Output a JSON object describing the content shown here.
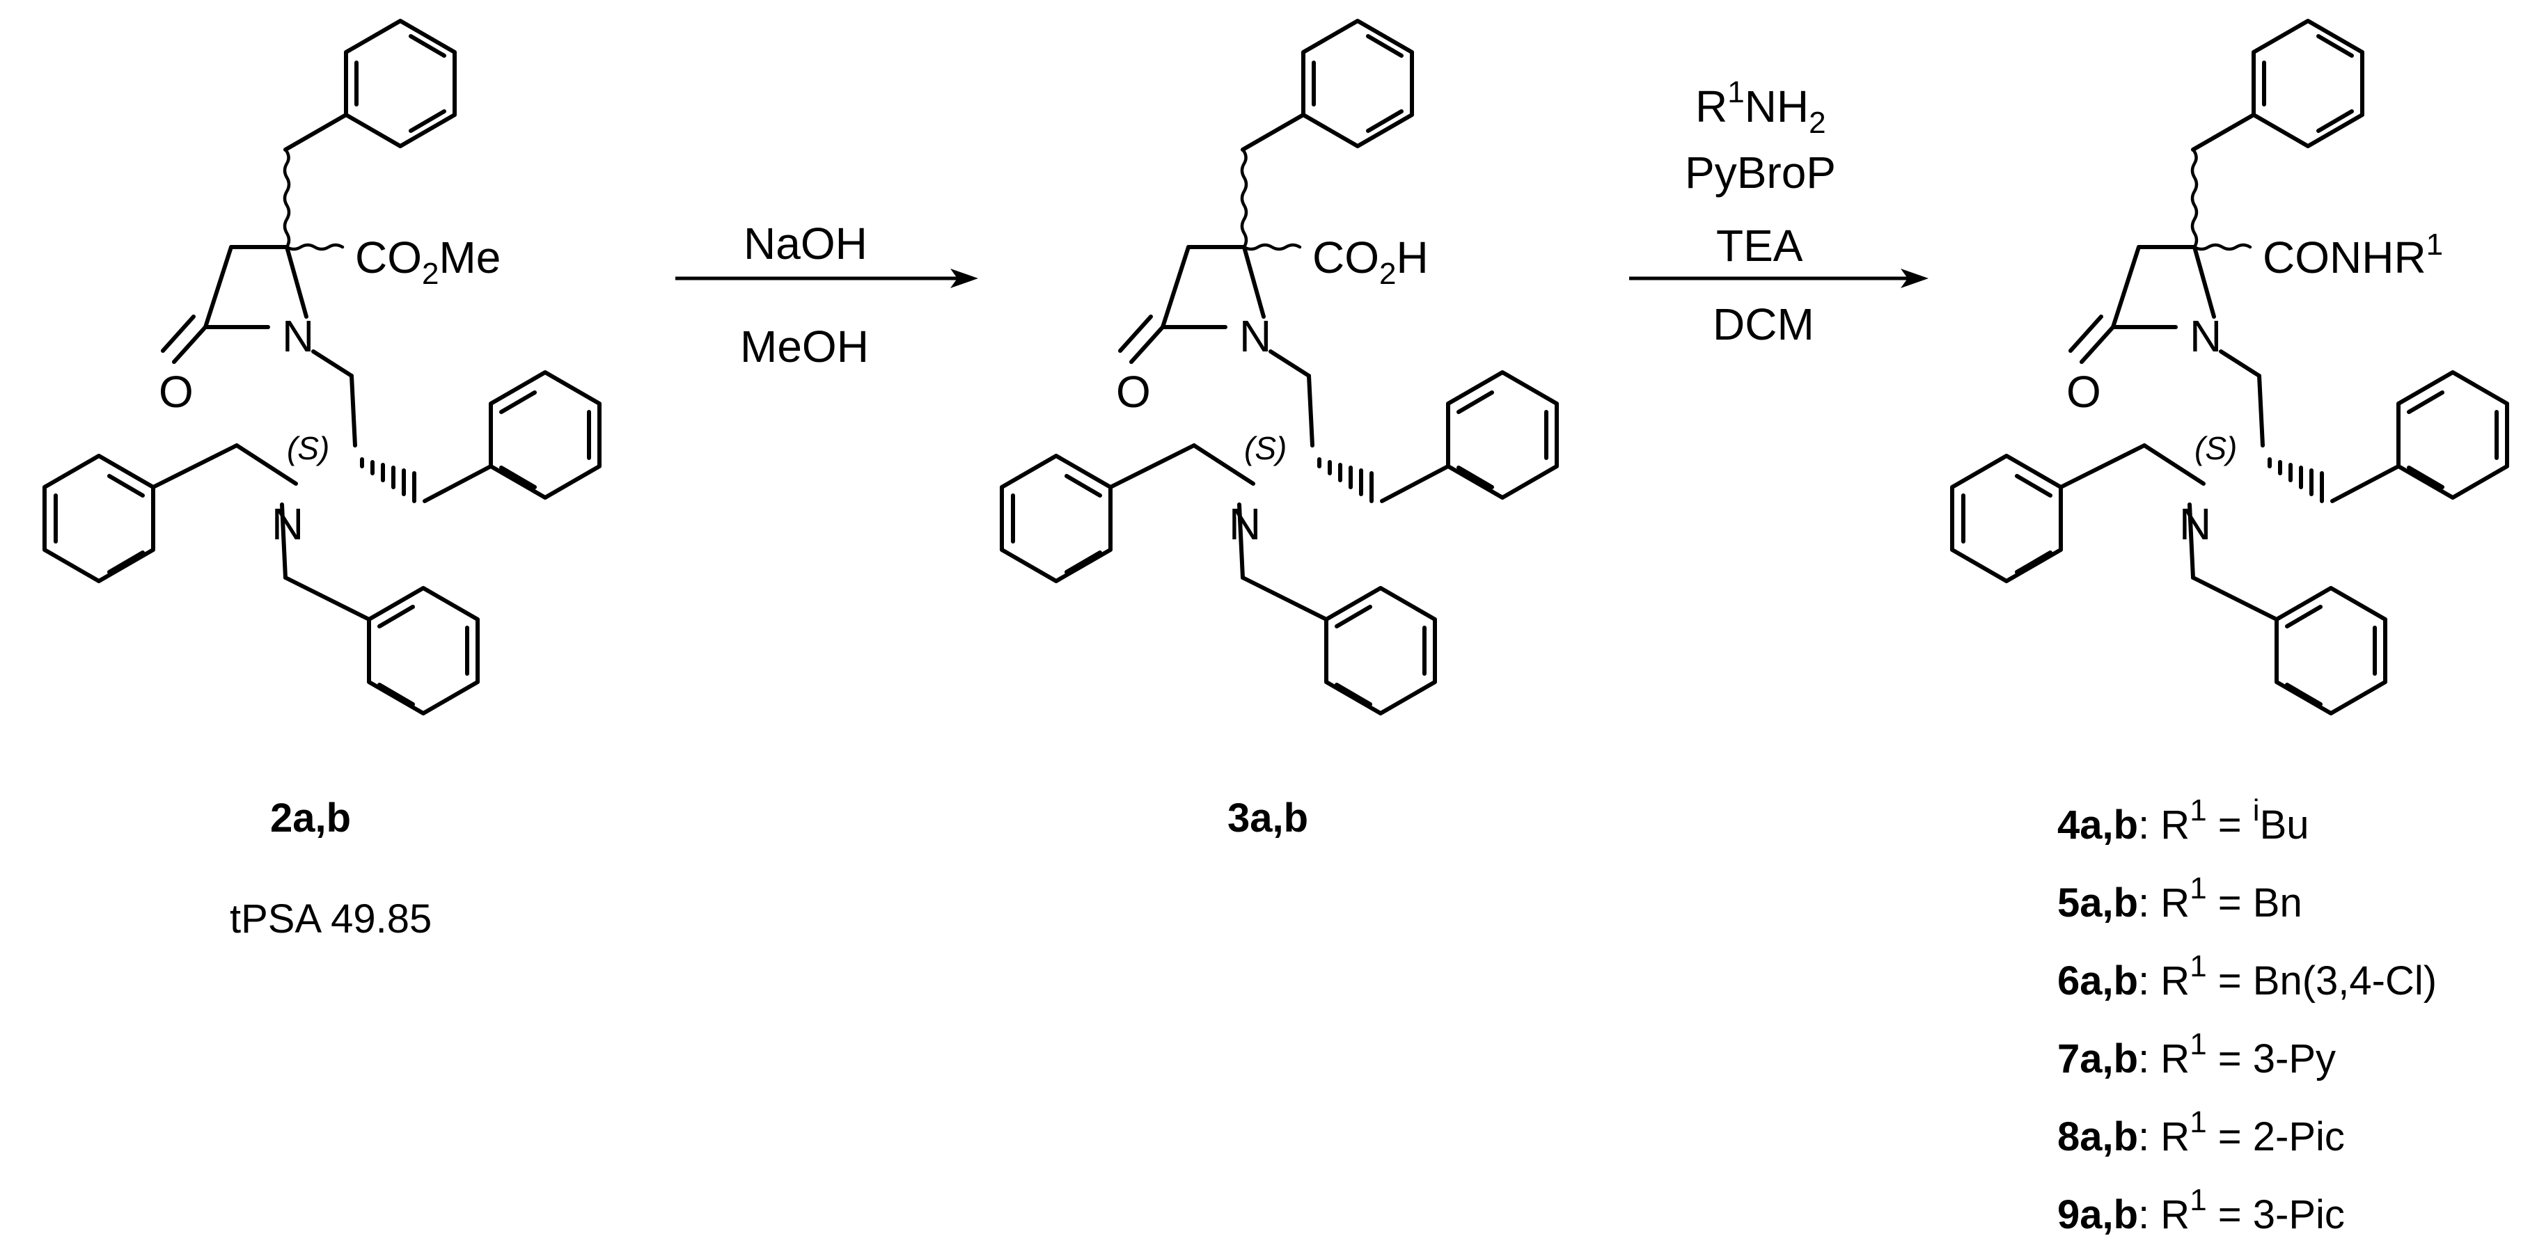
{
  "scheme": {
    "atoms": {
      "O": "O",
      "N": "N",
      "stereo": "(S)"
    },
    "step1": {
      "reagents": [
        "NaOH",
        "MeOH"
      ]
    },
    "step2": {
      "reagents": {
        "r1nh2_main": "R",
        "r1nh2_sup": "1",
        "r1nh2_rest": "NH",
        "r1nh2_sub": "2",
        "pybrop": "PyBroP",
        "tea": "TEA",
        "dcm": "DCM"
      }
    },
    "compounds": [
      {
        "id": "2a,b",
        "group_main": "CO",
        "group_sub": "2",
        "group_rest": "Me",
        "note": "tPSA 49.85"
      },
      {
        "id": "3a,b",
        "group_main": "CO",
        "group_sub": "2",
        "group_rest": "H"
      },
      {
        "id": "4a,b",
        "group_main": "CONHR",
        "group_sup": "1"
      }
    ],
    "products_table": [
      {
        "id": "4a,b",
        "r_label": "R",
        "sup": "1",
        "eq": " = ",
        "pre_sup": "i",
        "value": "Bu"
      },
      {
        "id": "5a,b",
        "r_label": "R",
        "sup": "1",
        "eq": " = ",
        "pre_sup": "",
        "value": "Bn"
      },
      {
        "id": "6a,b",
        "r_label": "R",
        "sup": "1",
        "eq": " = ",
        "pre_sup": "",
        "value": "Bn(3,4-Cl)"
      },
      {
        "id": "7a,b",
        "r_label": "R",
        "sup": "1",
        "eq": " = ",
        "pre_sup": "",
        "value": "3-Py"
      },
      {
        "id": "8a,b",
        "r_label": "R",
        "sup": "1",
        "eq": " = ",
        "pre_sup": "",
        "value": "2-Pic"
      },
      {
        "id": "9a,b",
        "r_label": "R",
        "sup": "1",
        "eq": " = ",
        "pre_sup": "",
        "value": "3-Pic"
      }
    ]
  }
}
